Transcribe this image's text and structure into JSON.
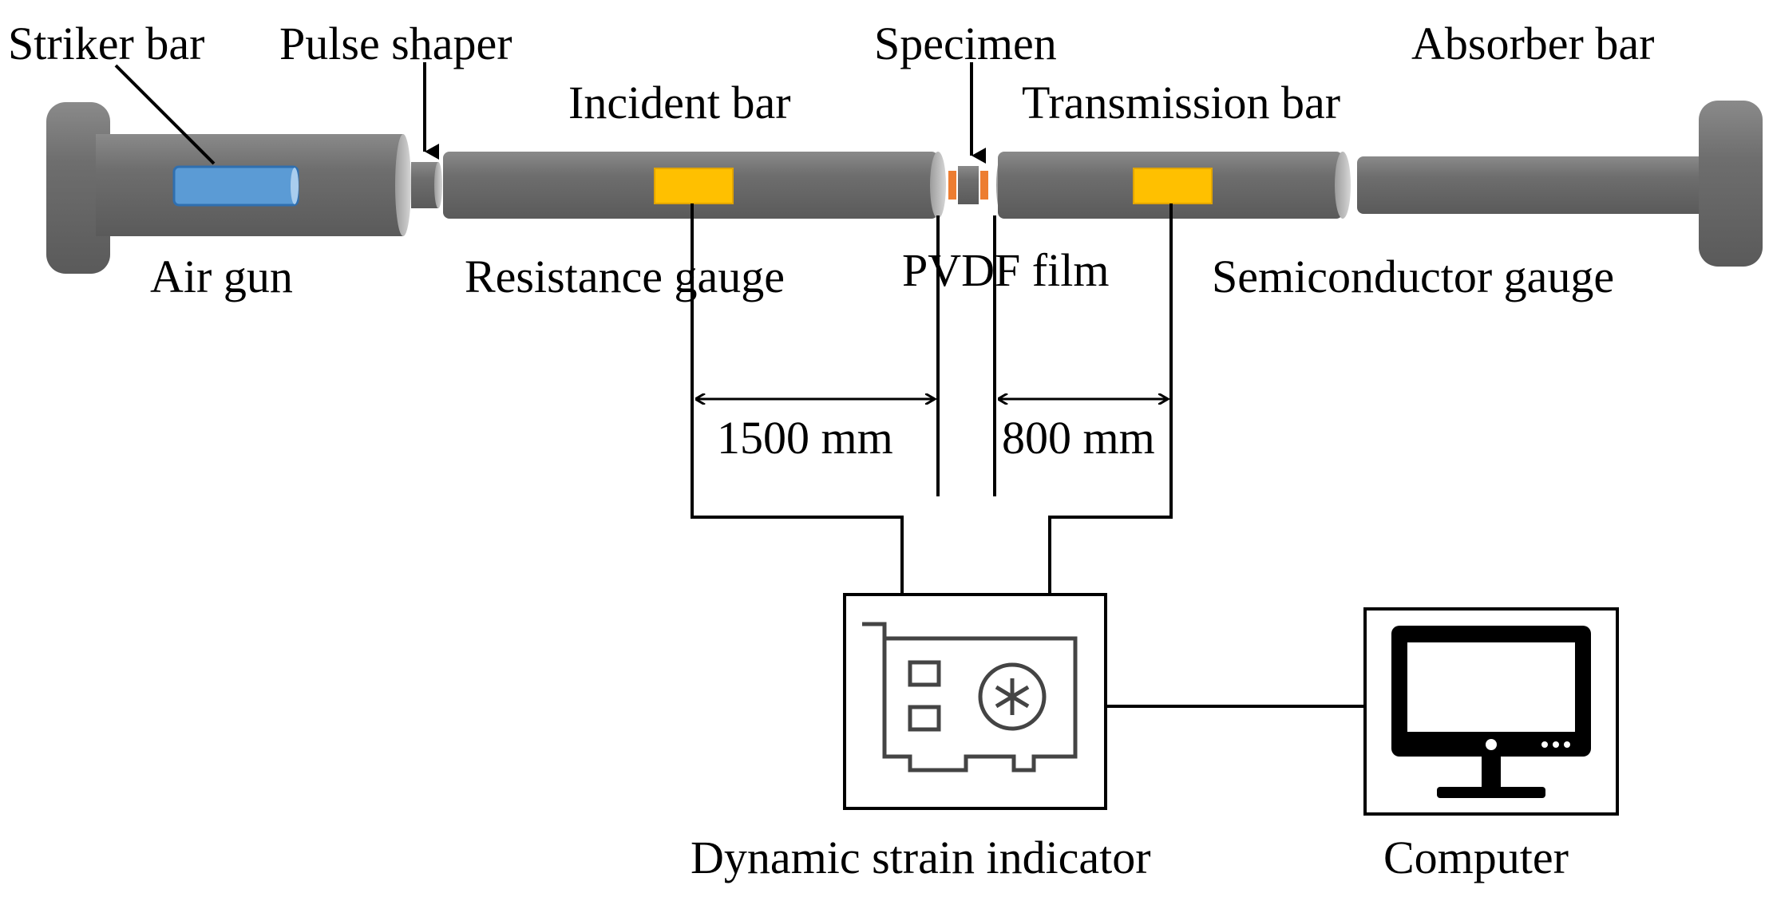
{
  "labels": {
    "striker_bar": "Striker bar",
    "pulse_shaper": "Pulse shaper",
    "incident_bar": "Incident bar",
    "specimen": "Specimen",
    "transmission_bar": "Transmission bar",
    "absorber_bar": "Absorber bar",
    "air_gun": "Air gun",
    "resistance_gauge": "Resistance gauge",
    "pvdf_film": "PVDF film",
    "semiconductor_gauge": "Semiconductor gauge",
    "dim_incident": "1500 mm",
    "dim_transmission": "800 mm",
    "dynamic_strain_indicator": "Dynamic strain indicator",
    "computer": "Computer"
  },
  "colors": {
    "bar_body": "#6e6e6e",
    "bar_end": "#b9b9b9",
    "striker": "#5b9bd5",
    "gauge": "#ffc000",
    "pvdf": "#ed7d31",
    "line": "#000000"
  },
  "icons": {
    "strain_indicator": "circuit-card-icon",
    "computer": "monitor-icon"
  }
}
